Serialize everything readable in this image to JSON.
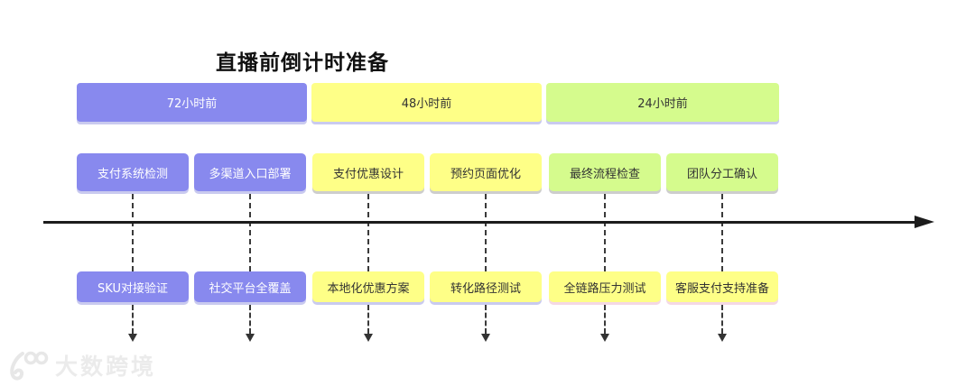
{
  "title": "直播前倒计时准备",
  "colors": {
    "purple": "#8889ee",
    "yellow": "#feff87",
    "green": "#d5fb8d",
    "text_on_purple": "#ffffff",
    "text_dark": "#333333",
    "shadow_lavender": "#c9caef",
    "shadow_gray": "#cdcdcd",
    "shadow_pink": "#f4d8e4",
    "timeline": "#1c1c1c"
  },
  "phases": [
    {
      "label": "72小时前",
      "color": "purple"
    },
    {
      "label": "48小时前",
      "color": "yellow"
    },
    {
      "label": "24小时前",
      "color": "green"
    }
  ],
  "columns": [
    {
      "top_label": "支付系统检测",
      "top_color": "purple",
      "top_shadow": "shadow_lavender",
      "bottom_label": "SKU对接验证",
      "bottom_color": "purple",
      "bottom_shadow": "shadow_lavender"
    },
    {
      "top_label": "多渠道入口部署",
      "top_color": "purple",
      "top_shadow": "shadow_lavender",
      "bottom_label": "社交平台全覆盖",
      "bottom_color": "purple",
      "bottom_shadow": "shadow_lavender"
    },
    {
      "top_label": "支付优惠设计",
      "top_color": "yellow",
      "top_shadow": "shadow_gray",
      "bottom_label": "本地化优惠方案",
      "bottom_color": "yellow",
      "bottom_shadow": "shadow_lavender"
    },
    {
      "top_label": "预约页面优化",
      "top_color": "yellow",
      "top_shadow": "shadow_gray",
      "bottom_label": "转化路径测试",
      "bottom_color": "yellow",
      "bottom_shadow": "shadow_lavender"
    },
    {
      "top_label": "最终流程检查",
      "top_color": "green",
      "top_shadow": "shadow_gray",
      "bottom_label": "全链路压力测试",
      "bottom_color": "yellow",
      "bottom_shadow": "shadow_pink"
    },
    {
      "top_label": "团队分工确认",
      "top_color": "green",
      "top_shadow": "shadow_gray",
      "bottom_label": "客服支付支持准备",
      "bottom_color": "yellow",
      "bottom_shadow": "shadow_pink"
    }
  ],
  "watermark": {
    "brand": "大数跨境",
    "logo": "100-swoosh-logo"
  }
}
